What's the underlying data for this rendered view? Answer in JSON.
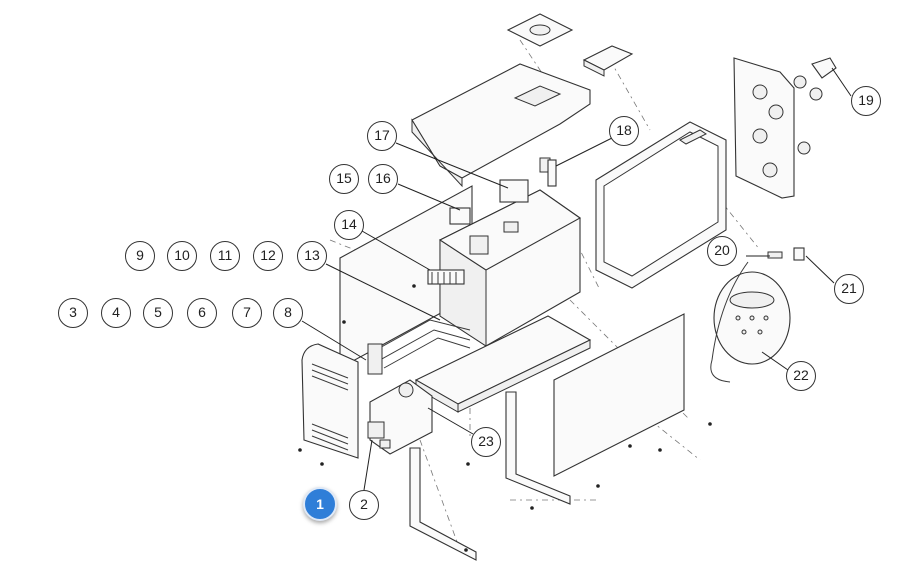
{
  "diagram": {
    "active_part": "1",
    "callouts": [
      {
        "id": "c1",
        "label": "1"
      },
      {
        "id": "c2",
        "label": "2"
      },
      {
        "id": "c3",
        "label": "3"
      },
      {
        "id": "c4",
        "label": "4"
      },
      {
        "id": "c5",
        "label": "5"
      },
      {
        "id": "c6",
        "label": "6"
      },
      {
        "id": "c7",
        "label": "7"
      },
      {
        "id": "c8",
        "label": "8"
      },
      {
        "id": "c9",
        "label": "9"
      },
      {
        "id": "c10",
        "label": "10"
      },
      {
        "id": "c11",
        "label": "11"
      },
      {
        "id": "c12",
        "label": "12"
      },
      {
        "id": "c13",
        "label": "13"
      },
      {
        "id": "c14",
        "label": "14"
      },
      {
        "id": "c15",
        "label": "15"
      },
      {
        "id": "c16",
        "label": "16"
      },
      {
        "id": "c17",
        "label": "17"
      },
      {
        "id": "c18",
        "label": "18"
      },
      {
        "id": "c19",
        "label": "19"
      },
      {
        "id": "c20",
        "label": "20"
      },
      {
        "id": "c21",
        "label": "21"
      },
      {
        "id": "c22",
        "label": "22"
      },
      {
        "id": "c23",
        "label": "23"
      }
    ]
  }
}
